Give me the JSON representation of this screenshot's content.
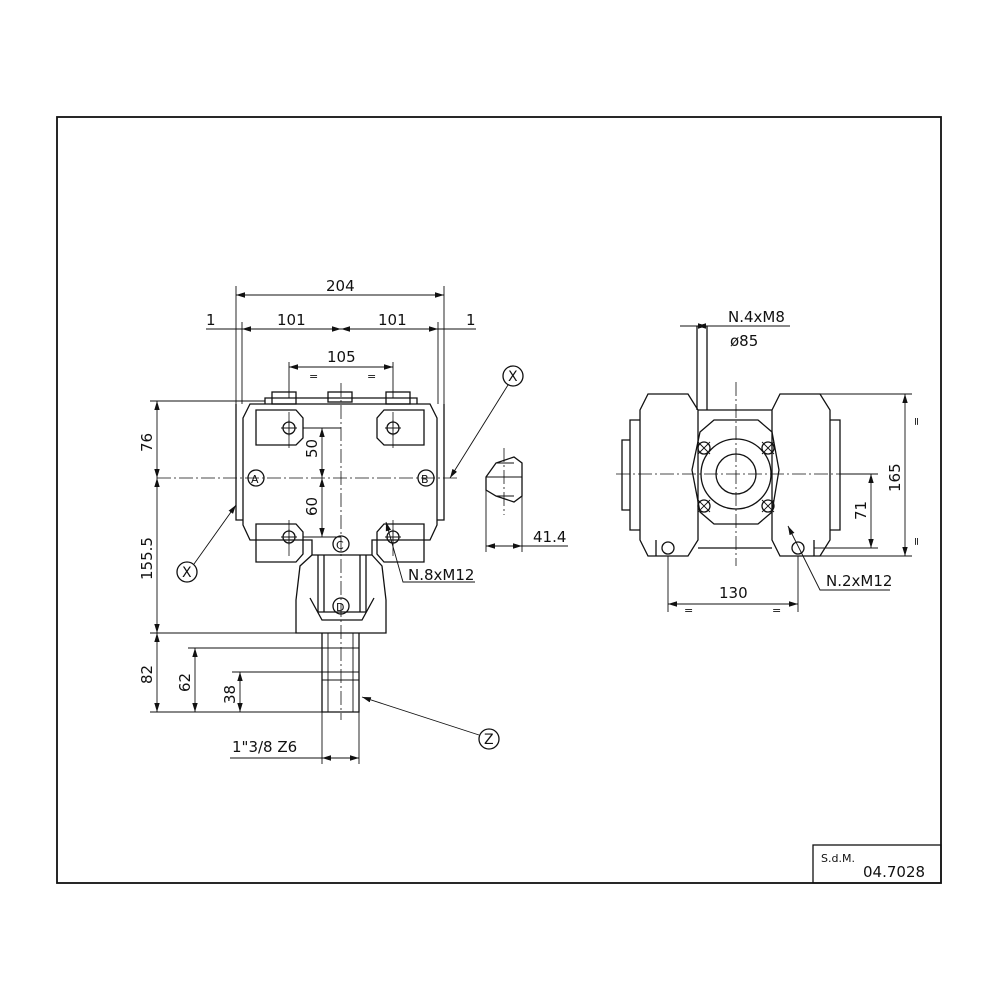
{
  "front_view": {
    "dims": {
      "overall_width": "204",
      "half_left": "101",
      "half_right": "101",
      "offset_left": "1",
      "offset_right": "1",
      "bolt_spacing": "105",
      "equal_mark": "=",
      "upper_height": "76",
      "lower_height": "155.5",
      "hole_upper": "50",
      "hole_lower": "60",
      "shaft_82": "82",
      "shaft_62": "62",
      "shaft_38": "38",
      "hex_width": "41.4"
    },
    "labels": {
      "point_a": "A",
      "point_b": "B",
      "point_c": "C",
      "point_d": "D",
      "callout_x": "X",
      "callout_z": "Z",
      "holes_note": "N.8xM12",
      "spline_note": "1\"3/8  Z6"
    }
  },
  "side_view": {
    "dims": {
      "height_165": "165",
      "height_71": "71",
      "base_130": "130",
      "equal_mark": "="
    },
    "labels": {
      "flange_holes": "N.4xM8",
      "flange_diameter": "ø85",
      "foot_holes": "N.2xM12"
    }
  },
  "title_block": {
    "rotation_label": "S.d.M.",
    "drawing_number": "04.7028"
  }
}
